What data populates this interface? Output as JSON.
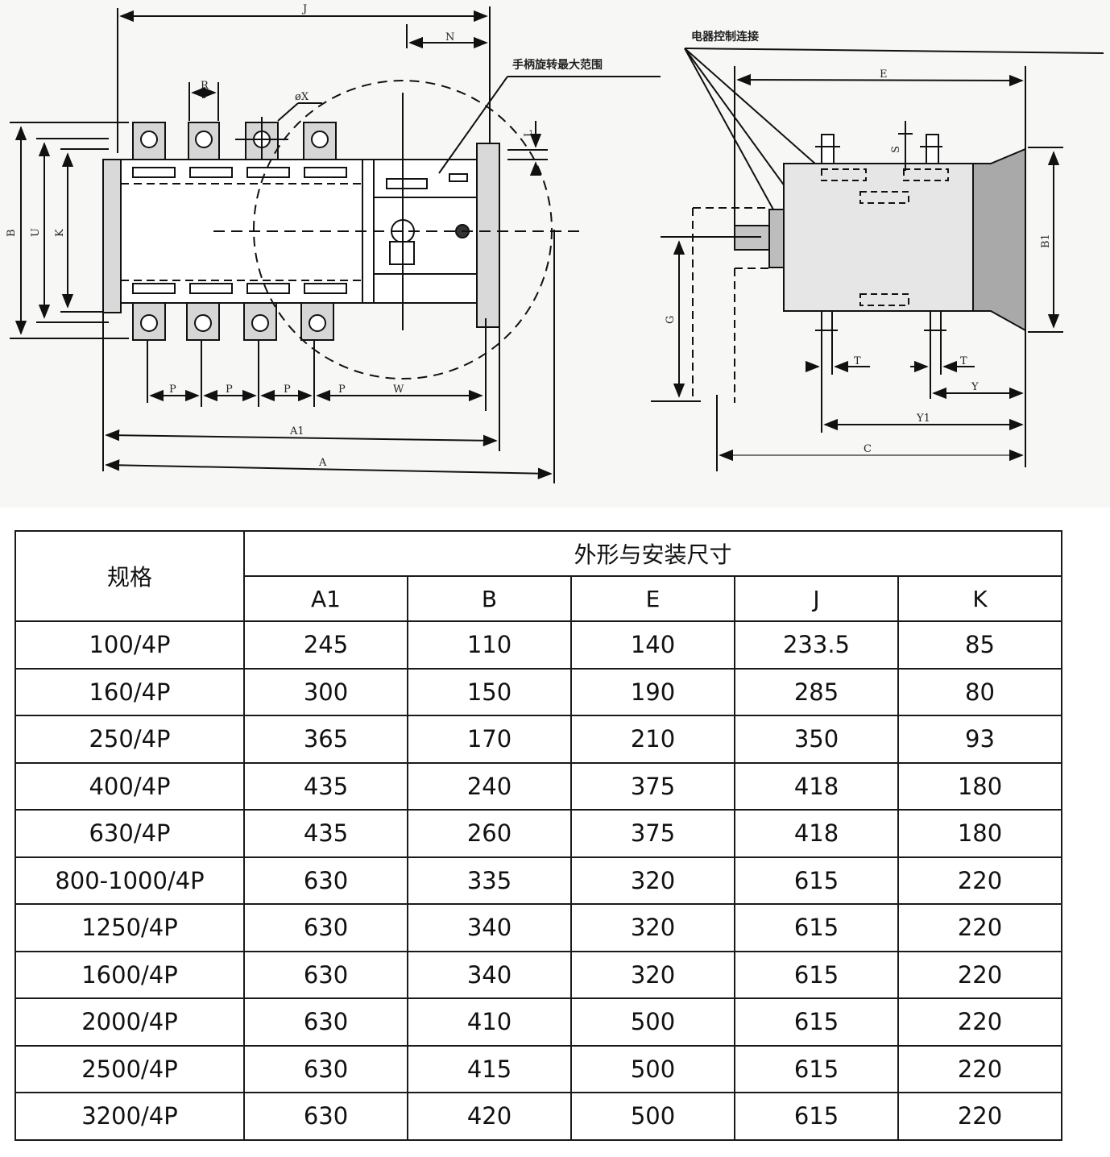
{
  "drawing": {
    "left_view": {
      "dimension_labels": {
        "J": "J",
        "N": "N",
        "R": "R",
        "phiX": "øX",
        "B": "B",
        "U": "U",
        "K": "K",
        "L": "L",
        "P": "P",
        "W": "W",
        "A1": "A1",
        "A": "A"
      },
      "callout_handle_rotation": "手柄旋转最大范围"
    },
    "right_view": {
      "dimension_labels": {
        "E": "E",
        "S": "S",
        "B1": "B1",
        "G": "G",
        "T": "T",
        "Y": "Y",
        "Y1": "Y1",
        "C": "C"
      },
      "callout_electrical_control": "电器控制连接"
    }
  },
  "table": {
    "spec_header": "规格",
    "group_header": "外形与安装尺寸",
    "columns": [
      "A1",
      "B",
      "E",
      "J",
      "K"
    ],
    "rows": [
      {
        "spec": "100/4P",
        "A1": "245",
        "B": "110",
        "E": "140",
        "J": "233.5",
        "K": "85"
      },
      {
        "spec": "160/4P",
        "A1": "300",
        "B": "150",
        "E": "190",
        "J": "285",
        "K": "80"
      },
      {
        "spec": "250/4P",
        "A1": "365",
        "B": "170",
        "E": "210",
        "J": "350",
        "K": "93"
      },
      {
        "spec": "400/4P",
        "A1": "435",
        "B": "240",
        "E": "375",
        "J": "418",
        "K": "180"
      },
      {
        "spec": "630/4P",
        "A1": "435",
        "B": "260",
        "E": "375",
        "J": "418",
        "K": "180"
      },
      {
        "spec": "800-1000/4P",
        "A1": "630",
        "B": "335",
        "E": "320",
        "J": "615",
        "K": "220"
      },
      {
        "spec": "1250/4P",
        "A1": "630",
        "B": "340",
        "E": "320",
        "J": "615",
        "K": "220"
      },
      {
        "spec": "1600/4P",
        "A1": "630",
        "B": "340",
        "E": "320",
        "J": "615",
        "K": "220"
      },
      {
        "spec": "2000/4P",
        "A1": "630",
        "B": "410",
        "E": "500",
        "J": "615",
        "K": "220"
      },
      {
        "spec": "2500/4P",
        "A1": "630",
        "B": "415",
        "E": "500",
        "J": "615",
        "K": "220"
      },
      {
        "spec": "3200/4P",
        "A1": "630",
        "B": "420",
        "E": "500",
        "J": "615",
        "K": "220"
      }
    ]
  }
}
